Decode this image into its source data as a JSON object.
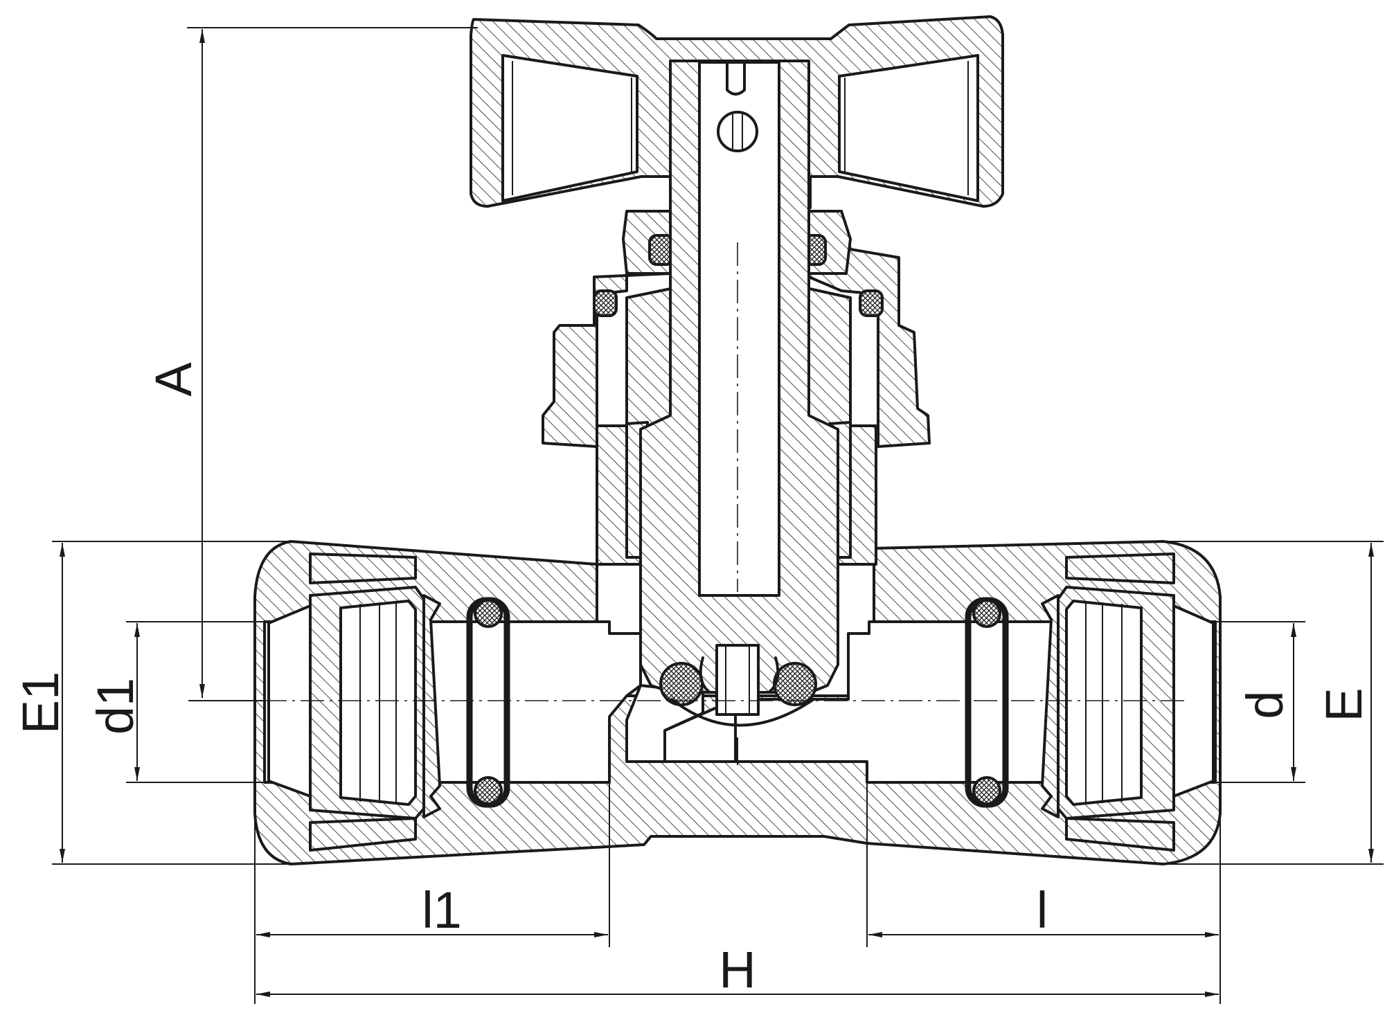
{
  "drawing": {
    "labels": {
      "A": "A",
      "E1": "E1",
      "d1": "d1",
      "d": "d",
      "E": "E",
      "l1": "l1",
      "l": "l",
      "H": "H"
    }
  }
}
